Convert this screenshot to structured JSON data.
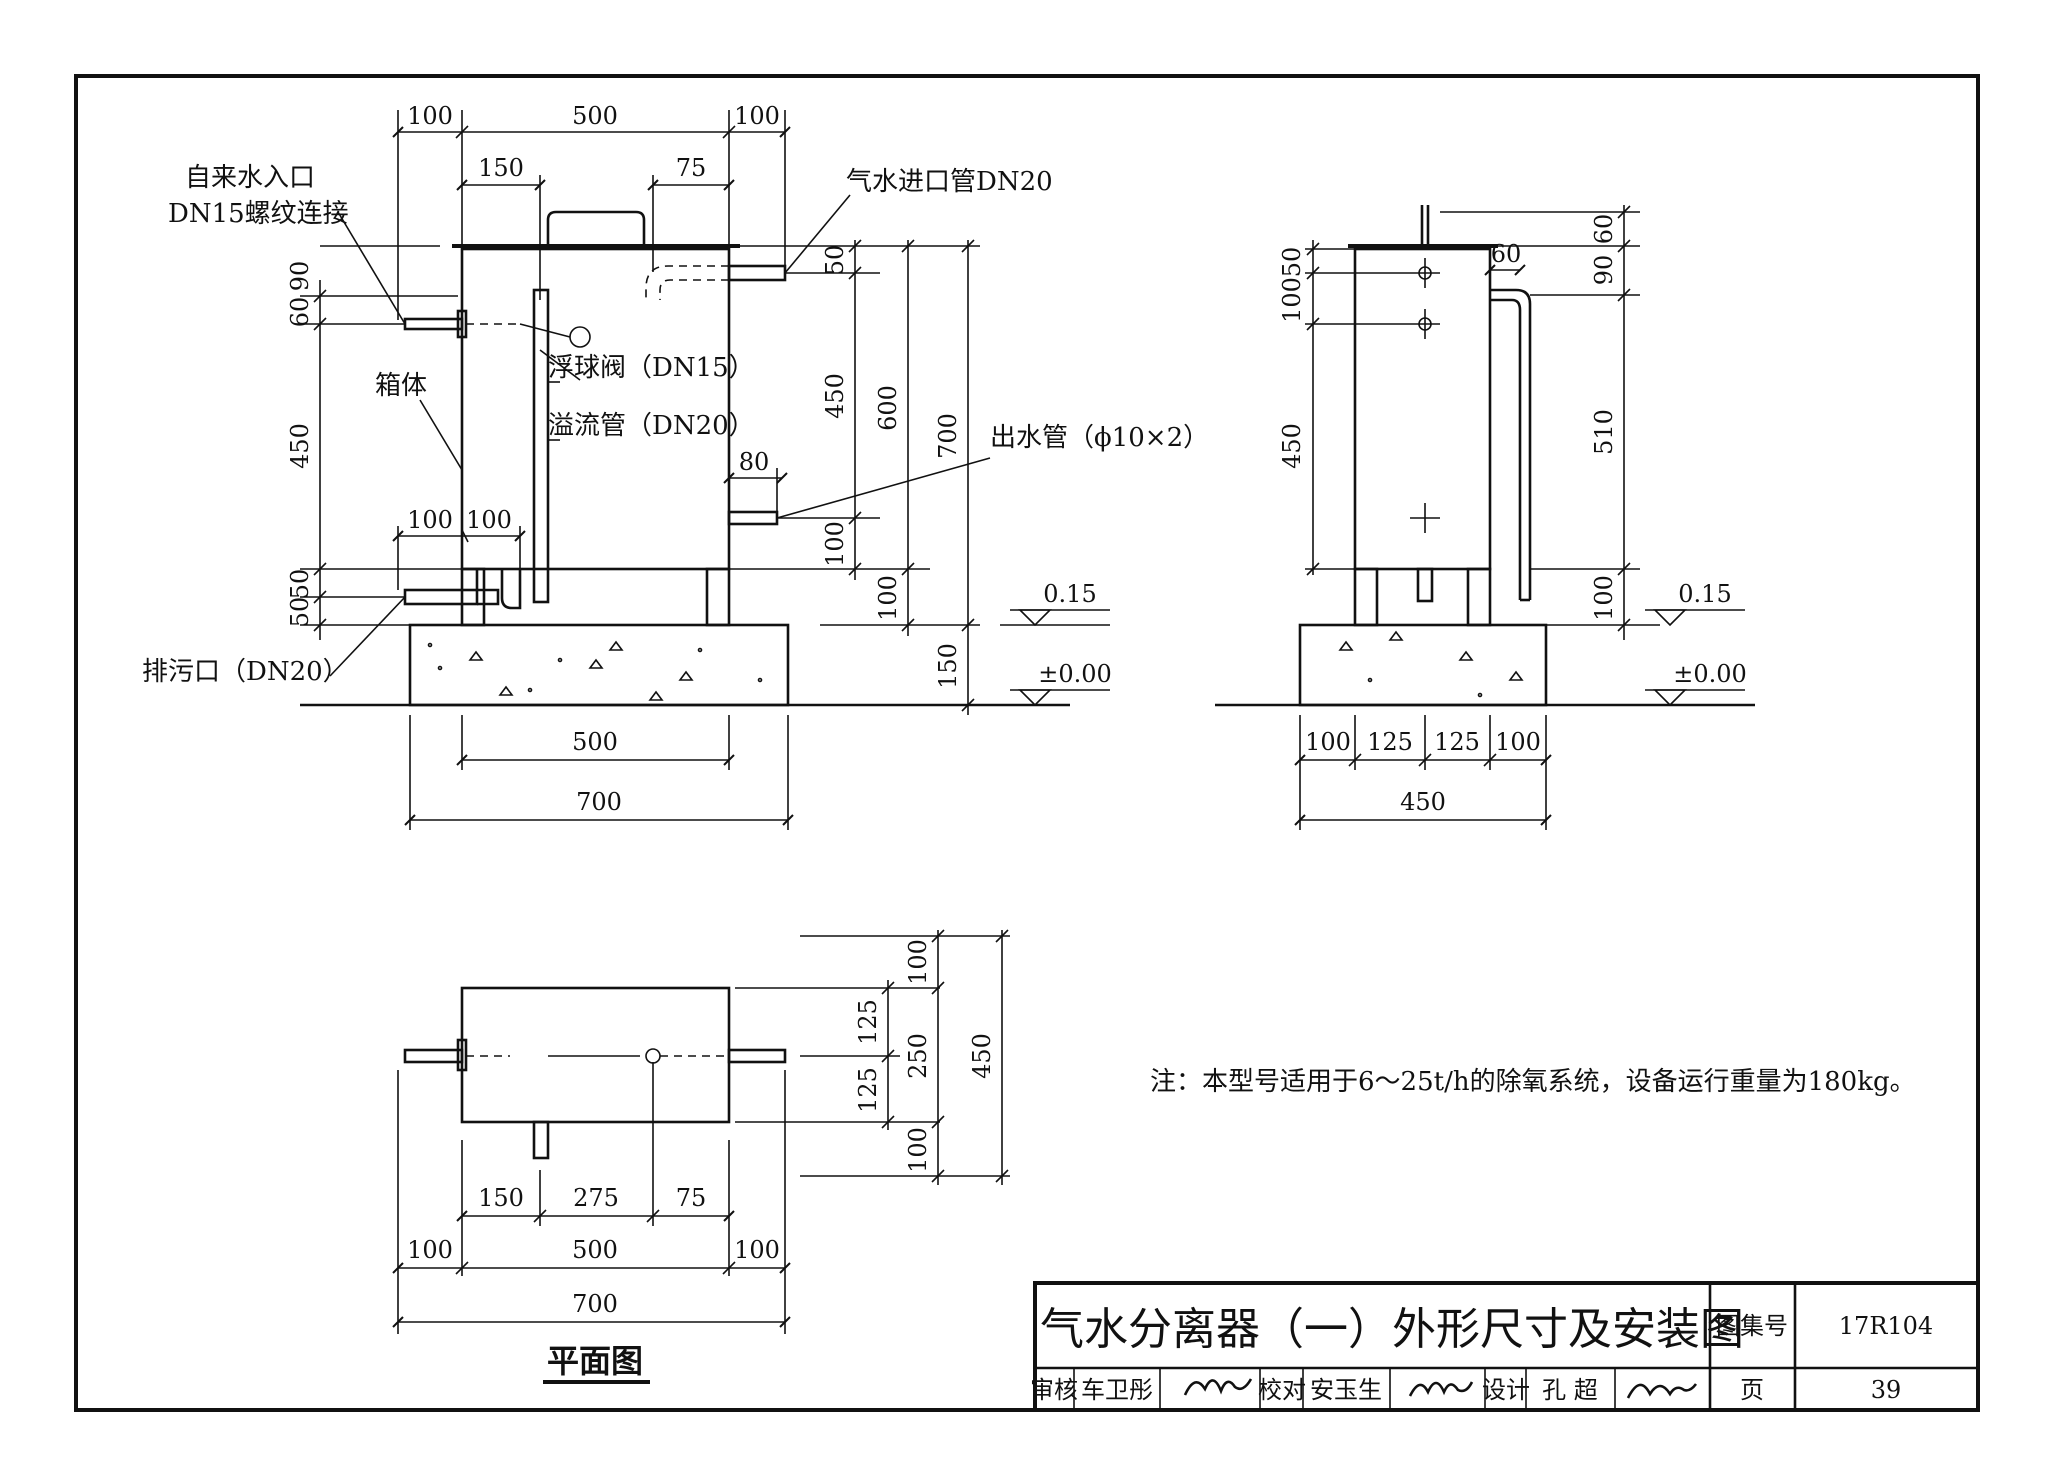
{
  "front_view": {
    "dims_top": [
      "100",
      "500",
      "100"
    ],
    "dim_150": "150",
    "dim_75": "75",
    "left_60": "60",
    "left_90": "90",
    "left_450": "450",
    "left_50a": "50",
    "left_50b": "50",
    "low_100a": "100",
    "low_100b": "100",
    "right_50": "50",
    "right_450": "450",
    "right_600": "600",
    "right_700": "700",
    "right_80": "80",
    "right_100a": "100",
    "right_100b": "100",
    "right_150": "150",
    "bottom_500": "500",
    "bottom_700": "700",
    "label_water_inlet": "自来水入口",
    "label_water_inlet_conn": "DN15螺纹连接",
    "label_steam_inlet": "气水进口管DN20",
    "label_float_valve": "浮球阀（DN15）",
    "label_overflow": "溢流管（DN20）",
    "label_tank": "箱体",
    "label_outlet": "出水管（ϕ10×2）",
    "label_drain": "排污口（DN20）",
    "level_015": "0.15",
    "level_000": "±0.00"
  },
  "side_view": {
    "left_100": "100",
    "left_50": "50",
    "left_450": "450",
    "top_60": "60",
    "right_60": "60",
    "right_90": "90",
    "right_510": "510",
    "right_100": "100",
    "bottom_dims": [
      "100",
      "125",
      "125",
      "100"
    ],
    "bottom_450": "450",
    "level_015": "0.15",
    "level_000": "±0.00"
  },
  "plan_view": {
    "right_100a": "100",
    "right_125a": "125",
    "right_125b": "125",
    "right_250": "250",
    "right_450": "450",
    "right_100b": "100",
    "bottom_150": "150",
    "bottom_275": "275",
    "bottom_75": "75",
    "bottom_100a": "100",
    "bottom_500": "500",
    "bottom_100b": "100",
    "bottom_700": "700",
    "caption": "平面图"
  },
  "note": "注：本型号适用于6～25t/h的除氧系统，设备运行重量为180kg。",
  "title_block": {
    "title": "气水分离器（一）外形尺寸及安装图",
    "atlas_label": "图集号",
    "atlas_no": "17R104",
    "review_label": "审核",
    "review_name": "车卫彤",
    "check_label": "校对",
    "check_name": "安玉生",
    "design_label": "设计",
    "design_name": "孔 超",
    "page_label": "页",
    "page_no": "39"
  }
}
